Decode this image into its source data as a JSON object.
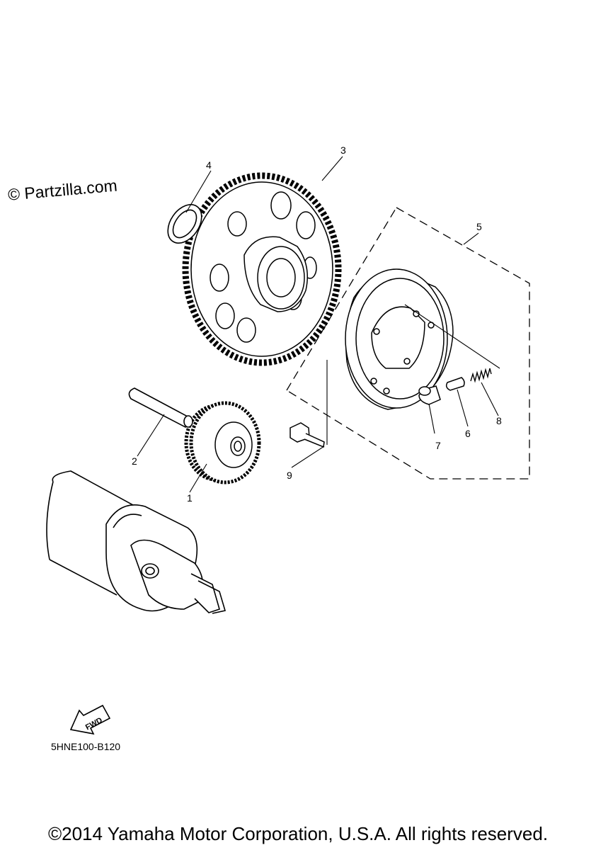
{
  "watermark": "© Partzilla.com",
  "diagram_code": "5HNE100-B120",
  "copyright": "©2014 Yamaha Motor Corporation, U.S.A. All rights reserved.",
  "fwd_label": "FWD",
  "callouts": [
    "1",
    "2",
    "3",
    "4",
    "5",
    "6",
    "7",
    "8",
    "9"
  ]
}
